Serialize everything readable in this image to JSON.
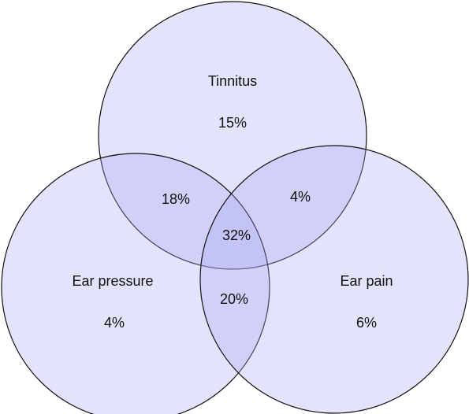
{
  "diagram": {
    "fill_color": "#a8a8f4",
    "stroke_color": "#111111",
    "sets": [
      {
        "id": "tinnitus",
        "label": "Tinnitus",
        "value": "15%"
      },
      {
        "id": "ear-pressure",
        "label": "Ear pressure",
        "value": "4%"
      },
      {
        "id": "ear-pain",
        "label": "Ear pain",
        "value": "6%"
      }
    ],
    "intersections": {
      "tinnitus_ear_pressure": "18%",
      "tinnitus_ear_pain": "4%",
      "ear_pressure_ear_pain": "20%",
      "all_three": "32%"
    }
  }
}
